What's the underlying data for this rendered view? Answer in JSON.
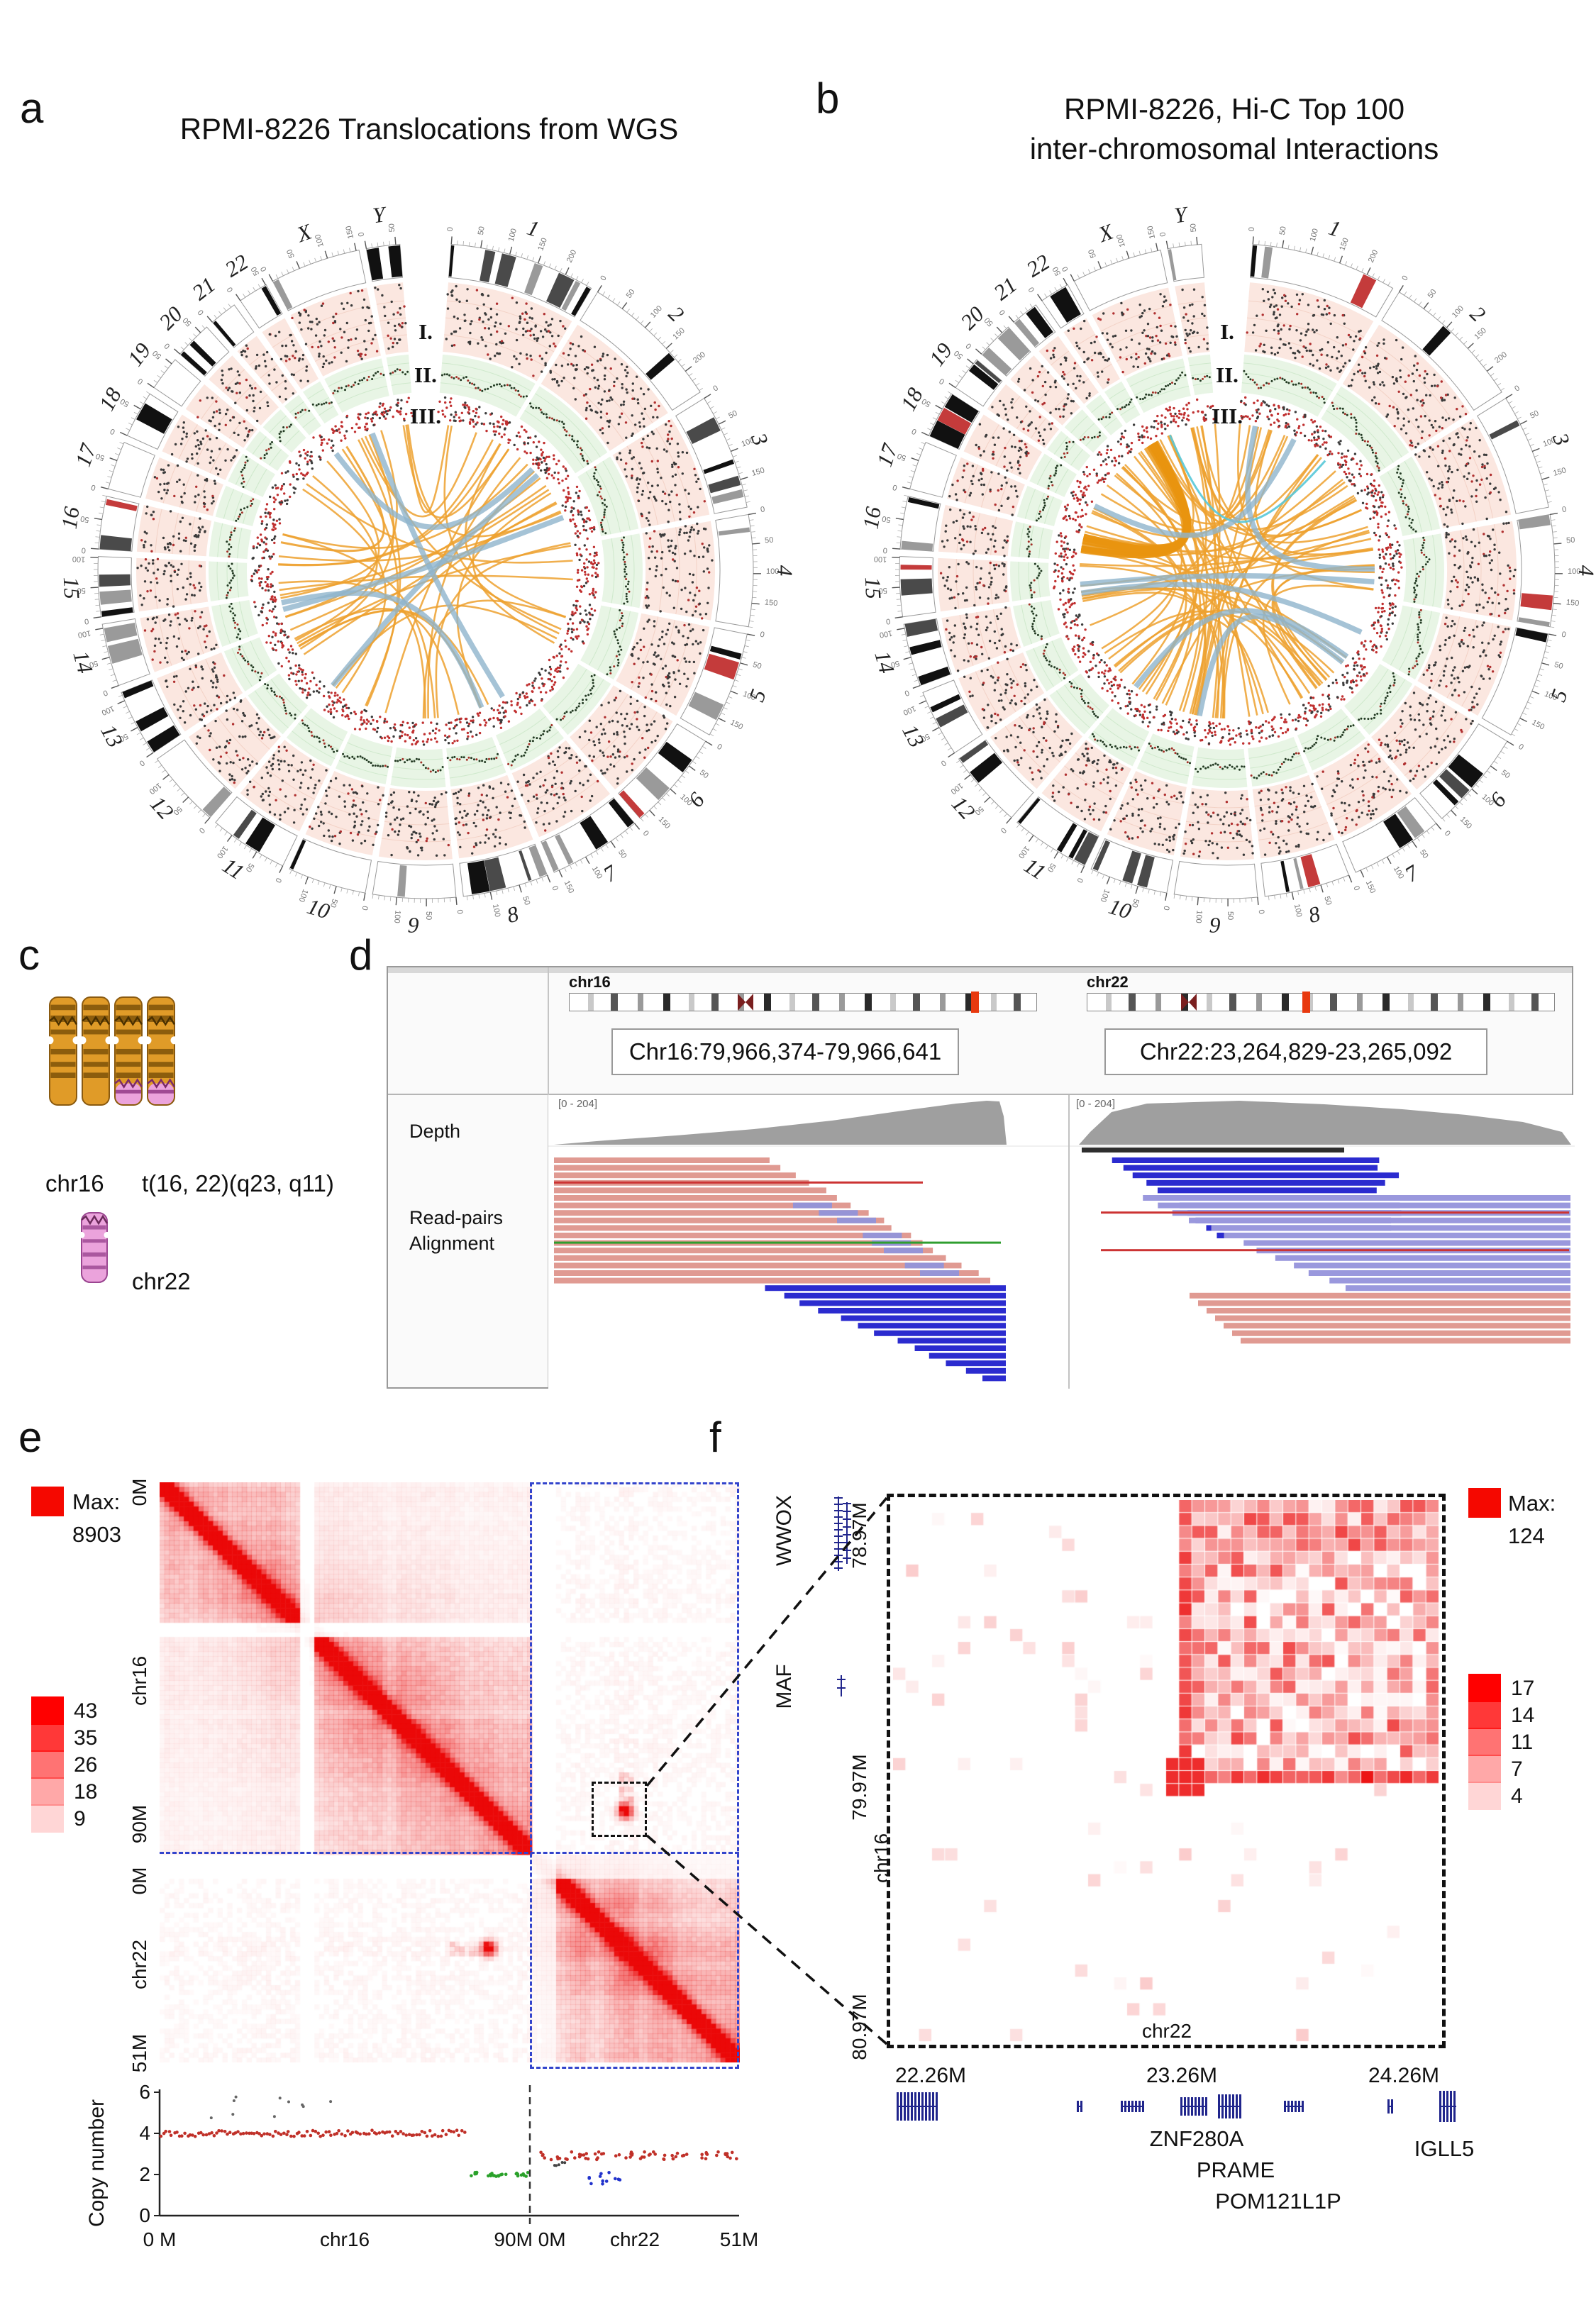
{
  "panels": {
    "a": {
      "letter": "a",
      "title": "RPMI-8226 Translocations from WGS"
    },
    "b": {
      "letter": "b",
      "title_line1": "RPMI-8226, Hi-C Top 100",
      "title_line2": "inter-chromosomal Interactions"
    },
    "c": {
      "letter": "c",
      "chr16_label": "chr16",
      "translocation_label": "t(16, 22)(q23, q11)",
      "chr22_label": "chr22"
    },
    "d": {
      "letter": "d",
      "chr16_tab": "chr16",
      "chr22_tab": "chr22",
      "region_chr16": "Chr16:79,966,374-79,966,641",
      "region_chr22": "Chr22:23,264,829-23,265,092",
      "depth_label": "Depth",
      "readpairs_line1": "Read-pairs",
      "readpairs_line2": "Alignment",
      "coverage_range": "[0 - 204]"
    },
    "e": {
      "letter": "e",
      "max_label": "Max:",
      "max_value": "8903",
      "scale_values": [
        "43",
        "35",
        "26",
        "18",
        "9"
      ],
      "left_axis": [
        "0M",
        "chr16",
        "90M",
        "0M",
        "chr22",
        "51M"
      ],
      "cn_ylabel": "Copy number",
      "cn_yticks": [
        "6",
        "4",
        "2",
        "0"
      ],
      "cn_xticks": [
        "0 M",
        "chr16",
        "90M 0M",
        "chr22",
        "51M"
      ]
    },
    "f": {
      "letter": "f",
      "max_label": "Max:",
      "max_value": "124",
      "scale_values": [
        "17",
        "14",
        "11",
        "7",
        "4"
      ],
      "left_genes": [
        "WWOX",
        "MAF"
      ],
      "row_ticks": [
        "78.97M",
        "79.97M",
        "80.97M"
      ],
      "row_chrom": "chr16",
      "col_ticks": [
        "22.26M",
        "23.26M",
        "24.26M"
      ],
      "col_chrom": "chr22",
      "bottom_genes": [
        "ZNF280A",
        "PRAME",
        "POM121L1P",
        "IGLL5"
      ]
    }
  },
  "circos": {
    "chromosomes": [
      "1",
      "2",
      "3",
      "4",
      "5",
      "6",
      "7",
      "8",
      "9",
      "10",
      "11",
      "12",
      "13",
      "14",
      "15",
      "16",
      "17",
      "18",
      "19",
      "20",
      "21",
      "22",
      "X",
      "Y"
    ],
    "track_labels": [
      "I.",
      "II.",
      "III."
    ],
    "tick_interval_mb": 50,
    "panel_a": {
      "seed": 7,
      "orange_arcs": 38,
      "blue_arcs": 5,
      "bundle": false
    },
    "panel_b": {
      "seed": 23,
      "orange_arcs": 66,
      "blue_arcs": 6,
      "bundle": true
    }
  },
  "colors": {
    "arc_orange": "#eda12f",
    "arc_blue": "#8fb4cc",
    "heat_red": "#f50800",
    "dash_blue": "#3344cc",
    "gene_blue": "#20258c"
  },
  "chart_data": [
    {
      "type": "heatmap",
      "name": "hic_contact_matrix_chr16_chr22",
      "axes": {
        "rows": [
          "chr16 0-90M",
          "chr22 0-51M"
        ],
        "cols": [
          "chr16 0-90M",
          "chr22 0-51M"
        ]
      },
      "max": 8903,
      "scale_ticks": [
        43,
        35,
        26,
        18,
        9
      ],
      "highlight": "inter-chromosomal hotspot chr16 ~80M x chr22 ~23.3M"
    },
    {
      "type": "heatmap",
      "name": "hic_zoom_breakpoint",
      "x_range": "chr22 22.26M-24.26M",
      "y_range": "chr16 78.97M-80.97M",
      "max": 124,
      "scale_ticks": [
        17,
        14,
        11,
        7,
        4
      ],
      "hotspot": {
        "chr16": "~79.97M",
        "chr22": "~23.26M"
      }
    },
    {
      "type": "scatter",
      "name": "copy_number",
      "ylabel": "Copy number",
      "ylim": [
        0,
        6
      ],
      "segments": [
        {
          "region": "chr16 0-84M",
          "cn": 4
        },
        {
          "region": "chr16 84-90M",
          "cn": 2
        },
        {
          "region": "chr22",
          "cn": 3
        },
        {
          "region": "chr22 ~30M",
          "cn": 1.7
        }
      ]
    }
  ]
}
